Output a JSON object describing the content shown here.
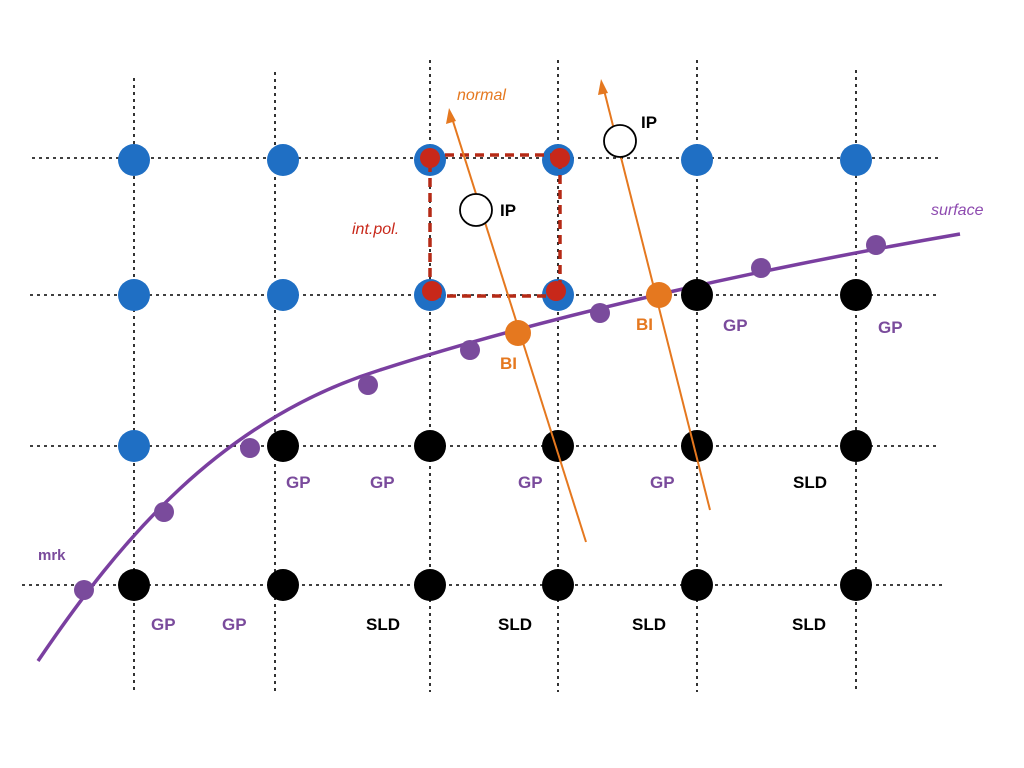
{
  "colors": {
    "grid": "#000000",
    "fluid_node": "#1f6fc4",
    "solid_node": "#000000",
    "interp_node": "#c8281a",
    "interp_box": "#b52a16",
    "marker": "#7a4b9c",
    "surface": "#7a3fa0",
    "boundary_intercept": "#e5781f",
    "normal": "#e5781f",
    "image_point_fill": "#ffffff",
    "image_point_stroke": "#000000"
  },
  "labels": {
    "normal": "normal",
    "surface": "surface",
    "interp": "int.pol.",
    "marker": "mrk",
    "image_point": "IP",
    "boundary_intercept": "BI",
    "ghost_point": "GP",
    "solid": "SLD"
  },
  "node_types": {
    "row_1": [
      "fluid",
      "fluid",
      "fluid",
      "fluid",
      "",
      "fluid",
      "fluid"
    ],
    "row_2": [
      "fluid",
      "fluid",
      "fluid",
      "fluid",
      "solid",
      "solid",
      ""
    ],
    "row_3": [
      "fluid",
      "solid",
      "solid",
      "solid",
      "solid",
      "solid",
      ""
    ],
    "row_4": [
      "solid",
      "solid",
      "solid",
      "solid",
      "solid",
      "solid",
      ""
    ]
  },
  "ghost_point_labels": [
    "GP",
    "GP",
    "GP",
    "GP",
    "GP",
    "GP",
    "GP",
    "GP"
  ],
  "solid_labels": [
    "SLD",
    "SLD",
    "SLD",
    "SLD",
    "SLD"
  ],
  "image_point_labels": [
    "IP",
    "IP"
  ],
  "boundary_intercept_labels": [
    "BI",
    "BI"
  ]
}
